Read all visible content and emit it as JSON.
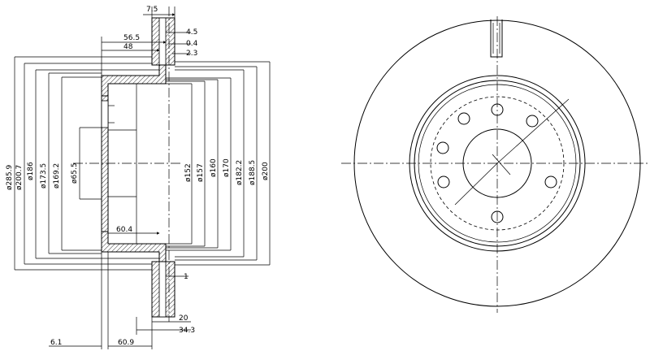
{
  "dims": {
    "d285_9": "ø285.9",
    "d200_7": "ø200.7",
    "d186": "ø186",
    "d173_5": "ø173.5",
    "d169_2": "ø169.2",
    "d65_5": "ø65.5",
    "d152": "ø152",
    "d157": "ø157",
    "d160": "ø160",
    "d170": "ø170",
    "d182_2": "ø182.2",
    "d188_5": "ø188.5",
    "d200": "ø200",
    "t7_5": "7.5",
    "t56_5": "56.5",
    "t48": "48",
    "t4_5": "4.5",
    "t0_4": "0.4",
    "t2_3": "2.3",
    "t60_4": "60.4",
    "t1": "1",
    "t20": "20",
    "t34_3": "34.3",
    "t6_1": "6.1",
    "t60_9": "60.9"
  },
  "colors": {
    "line": "#000000",
    "background": "#ffffff",
    "watermark": "#f0f0f0"
  }
}
